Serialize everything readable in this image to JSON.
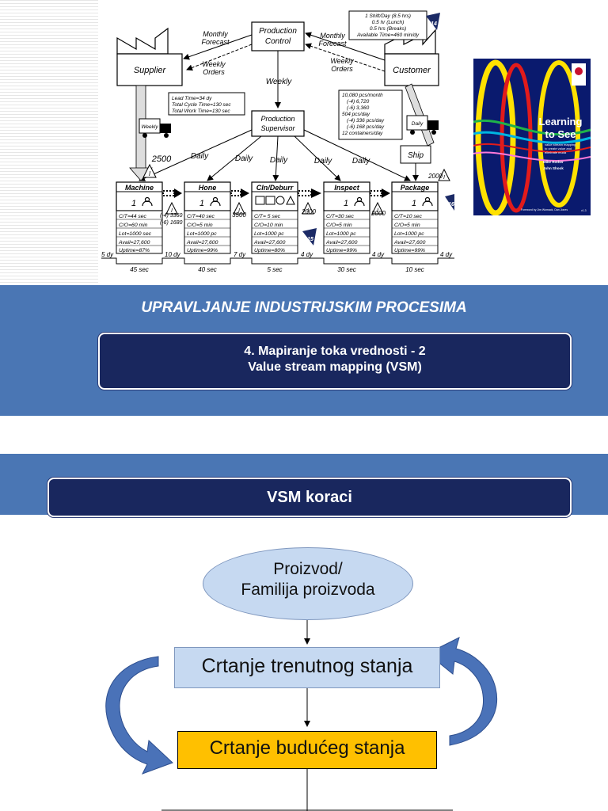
{
  "slide1": {
    "course_title": "UPRAVLJANJE INDUSTRIJSKIM PROCESIMA",
    "lecture_line1": "4. Mapiranje toka vrednosti - 2",
    "lecture_line2": "Value stream mapping (VSM)",
    "vsm": {
      "production_control": [
        "Production",
        "Control"
      ],
      "supplier": "Supplier",
      "customer": "Customer",
      "monthly_forecast": [
        "Monthly",
        "Forecast"
      ],
      "weekly_orders": [
        "Weekly",
        "Orders"
      ],
      "weekly": "Weekly",
      "production_supervisor": [
        "Production",
        "Supervisor"
      ],
      "customer_info": [
        "1 Shift/Day (8.5 hrs)",
        "0.5 hr (Lunch)",
        "0.5 hrs (Breaks)",
        "Available Time=460 min/dy"
      ],
      "lead_time": [
        "Lead Time=34 dy",
        "Total Cycle Time=130 sec",
        "Total Work Time=130 sec"
      ],
      "demand": [
        "10,080 pcs/month",
        "(-4) 6,720",
        "(-6) 3,360",
        "504 pcs/day",
        "(-4) 336 pcs/day",
        "(-6) 168 pcs/day",
        "12 containers/day"
      ],
      "weekly_truck": "Weekly",
      "daily_truck": "Daily",
      "ship": "Ship",
      "daily": "Daily",
      "inv_2500": "2500",
      "inv_3360": [
        "(-4) 3360",
        "(-6) 1680"
      ],
      "inv_3500": "3500",
      "inv_2000a": "2000",
      "inv_2000b": "2000",
      "inv_2000c": "2000",
      "operator": "1",
      "badge_14": "14",
      "badge_15": "15",
      "badge_16": "16",
      "processes": [
        {
          "name": "Machine",
          "data": [
            "C/T=44 sec",
            "C/O=60 min",
            "Lot=1000 sec",
            "Avail=27,600",
            "Uptime=87%"
          ]
        },
        {
          "name": "Hone",
          "data": [
            "C/T=40 sec",
            "C/O=5 min",
            "Lot=1000 pc",
            "Avail=27,600",
            "Uptime=99%"
          ]
        },
        {
          "name": "Cln/Deburr",
          "data": [
            "C/T= 5 sec",
            "C/O=10 min",
            "Lot=1000 pc",
            "Avail=27,600",
            "Uptime=80%"
          ]
        },
        {
          "name": "Inspect",
          "data": [
            "C/T=30 sec",
            "C/O=5 min",
            "Lot=1000 pc",
            "Avail=27,600",
            "Uptime=99%"
          ]
        },
        {
          "name": "Package",
          "data": [
            "C/T=10 sec",
            "C/O=5 min",
            "Lot=1000 pc",
            "Avail=27,600",
            "Uptime=99%"
          ]
        }
      ],
      "timeline_days": [
        "5 dy",
        "10 dy",
        "7 dy",
        "4 dy",
        "4 dy",
        "4 dy"
      ],
      "timeline_secs": [
        "45 sec",
        "40 sec",
        "5 sec",
        "30 sec",
        "10 sec"
      ]
    },
    "book": {
      "title_line1": "Learning",
      "title_line2": "to See",
      "subtitle": [
        "value stream mapping",
        "to create value and",
        "eliminate muda"
      ],
      "authors": [
        "Mike Rother",
        "John Shook"
      ],
      "foreword": "Foreword by Jim Womack, Dan Jones",
      "version": "v1.3"
    }
  },
  "slide2": {
    "title": "VSM koraci",
    "step1": [
      "Proizvod/",
      "Familija proizvoda"
    ],
    "step2": "Crtanje trenutnog stanja",
    "step3": "Crtanje budućeg stanja"
  },
  "colors": {
    "band": "#4a76b4",
    "title_box": "#19275e",
    "ellipse_fill": "#c6d9f1",
    "current_state_fill": "#c6d9f1",
    "future_state_fill": "#ffc000",
    "curved_arrow": "#4a72b8"
  }
}
